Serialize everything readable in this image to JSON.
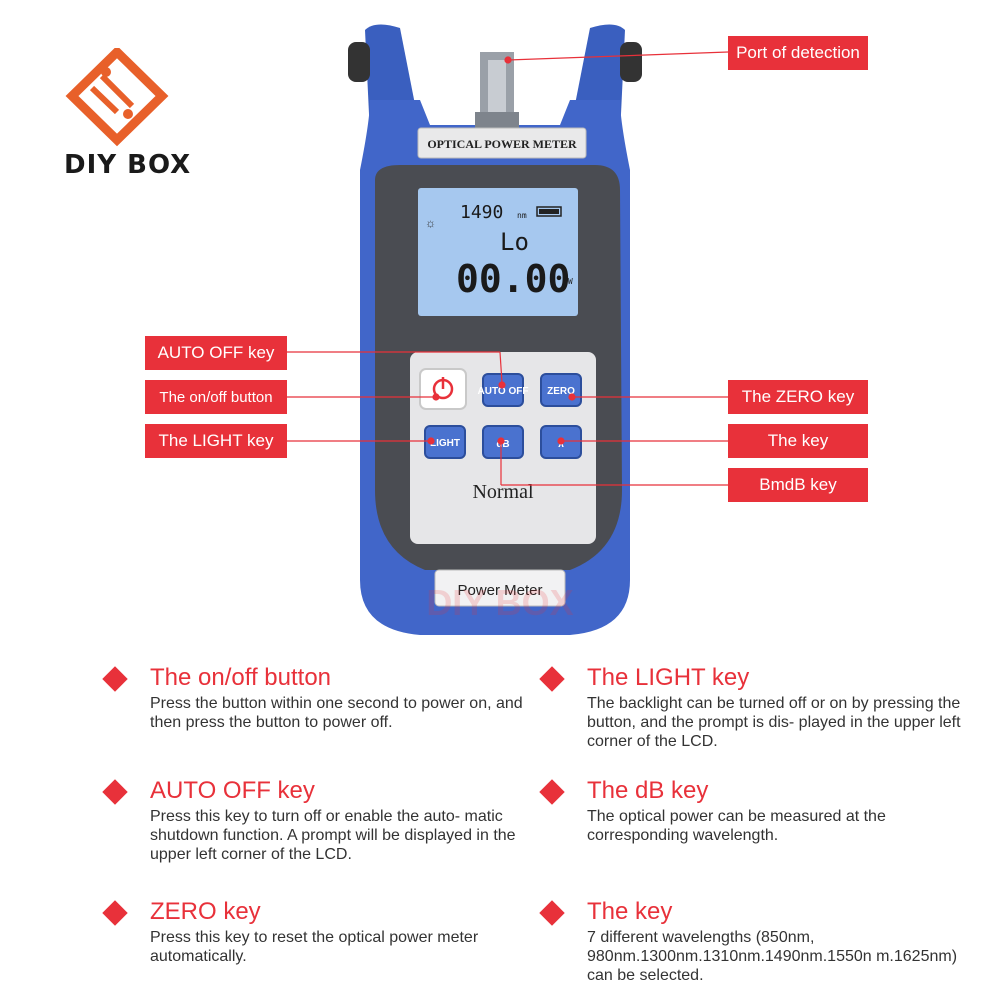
{
  "brand": {
    "name": "DIY BOX",
    "accent": "#e8313a"
  },
  "device": {
    "top_label": "OPTICAL POWER METER",
    "lcd": {
      "wavelength": "1490",
      "wavelength_unit": "nm",
      "mode": "Lo",
      "reading": "00.00",
      "reading_unit": "nW"
    },
    "keys": {
      "auto_off": "AUTO OFF",
      "zero": "ZERO",
      "light": "LIGHT",
      "db": "dB",
      "lambda": "λ"
    },
    "panel_text": "Normal",
    "bottom_label": "Power Meter",
    "watermark": "DIY BOX"
  },
  "callouts": {
    "port": "Port of detection",
    "auto_off": "AUTO OFF key",
    "on_off": "The on/off button",
    "light": "The LIGHT key",
    "zero": "The ZERO key",
    "lambda": "The key",
    "bmdb": "BmdB key"
  },
  "features": [
    {
      "title": "The on/off button",
      "desc": "Press the button within one second to power on, and then press the button to power off."
    },
    {
      "title": "The LIGHT key",
      "desc": "The backlight can be turned off or on by pressing the button, and the prompt is dis- played in the upper left corner of the LCD."
    },
    {
      "title": "AUTO OFF key",
      "desc": "Press this key to turn off or enable the auto- matic shutdown function. A prompt will be displayed in the upper left corner of the LCD."
    },
    {
      "title": "The dB key",
      "desc": "The optical power can be measured at the corresponding wavelength."
    },
    {
      "title": "ZERO key",
      "desc": "Press this key to reset the optical power meter automatically."
    },
    {
      "title": "The key",
      "desc": "7 different wavelengths (850nm, 980nm.1300nm.1310nm.1490nm.1550n m.1625nm) can be selected."
    }
  ]
}
